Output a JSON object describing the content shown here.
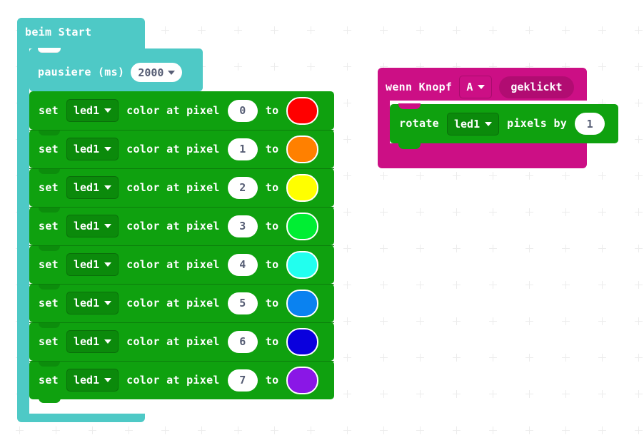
{
  "app": {
    "kind": "block-editor-workspace",
    "language": "de",
    "background_color": "#ffffff",
    "grid_color": "#ececec"
  },
  "blocks": {
    "on_start": {
      "label": "beim Start",
      "color": "#4ec9c6",
      "children": [
        "pause",
        "set_pixel_stack"
      ]
    },
    "pause": {
      "label": "pausiere (ms)",
      "value": "2000",
      "dropdown_icon": "chevron-down-icon",
      "color": "#4ec9c6"
    },
    "set_pixel": {
      "prefix_label": "set",
      "strip_name": "led1",
      "middle_label": "color at pixel",
      "to_label": "to",
      "color": "#0fa10f",
      "dropdown_color": "#0b8a0b",
      "rows": [
        {
          "pixel": "0",
          "color": "#ff0000",
          "color_name": "red"
        },
        {
          "pixel": "1",
          "color": "#ff8000",
          "color_name": "orange"
        },
        {
          "pixel": "2",
          "color": "#ffff00",
          "color_name": "yellow"
        },
        {
          "pixel": "3",
          "color": "#00ee33",
          "color_name": "green"
        },
        {
          "pixel": "4",
          "color": "#22ffee",
          "color_name": "cyan"
        },
        {
          "pixel": "5",
          "color": "#0a82f0",
          "color_name": "blue"
        },
        {
          "pixel": "6",
          "color": "#0a00dd",
          "color_name": "indigo"
        },
        {
          "pixel": "7",
          "color": "#8a17e6",
          "color_name": "violet"
        }
      ]
    },
    "on_button": {
      "prefix_label": "wenn Knopf",
      "button_name": "A",
      "suffix_label": "geklickt",
      "color": "#cc0f85",
      "pill_color": "#b10c72"
    },
    "rotate": {
      "prefix_label": "rotate",
      "strip_name": "led1",
      "middle_label": "pixels by",
      "value": "1",
      "color": "#0fa10f"
    }
  }
}
